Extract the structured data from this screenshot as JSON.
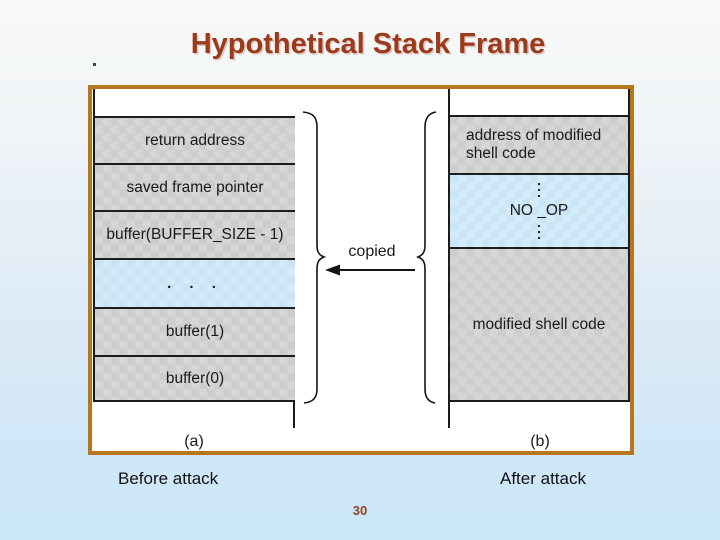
{
  "slide": {
    "title": "Hypothetical Stack Frame",
    "page_number": "30"
  },
  "captions": {
    "before": "Before attack",
    "after": "After attack"
  },
  "diagram": {
    "copied_label": "copied",
    "left_stack": {
      "sublabel": "(a)",
      "cells": [
        {
          "text": "return address",
          "type": "gray"
        },
        {
          "text": "saved frame pointer",
          "type": "gray"
        },
        {
          "text": "buffer(BUFFER_SIZE - 1)",
          "type": "gray"
        },
        {
          "text": ". . .",
          "type": "blue"
        },
        {
          "text": "buffer(1)",
          "type": "gray"
        },
        {
          "text": "buffer(0)",
          "type": "gray"
        }
      ]
    },
    "right_stack": {
      "sublabel": "(b)",
      "cells": [
        {
          "text": "address of modified shell code",
          "type": "gray"
        },
        {
          "text": "NO _OP",
          "type": "blue"
        },
        {
          "text": "modified shell code",
          "type": "gray"
        }
      ]
    },
    "icons": {
      "left_brace": "closing-curly-brace",
      "right_brace": "opening-curly-brace",
      "arrow": "left-arrow"
    }
  },
  "colors": {
    "frame_border": "#b5761e",
    "cell_gray": "#d2d2d2",
    "cell_blue": "#cfe9f8",
    "title": "#9c3a1c",
    "page_number": "#8e4424",
    "background_bottom": "#cbe7fa"
  }
}
